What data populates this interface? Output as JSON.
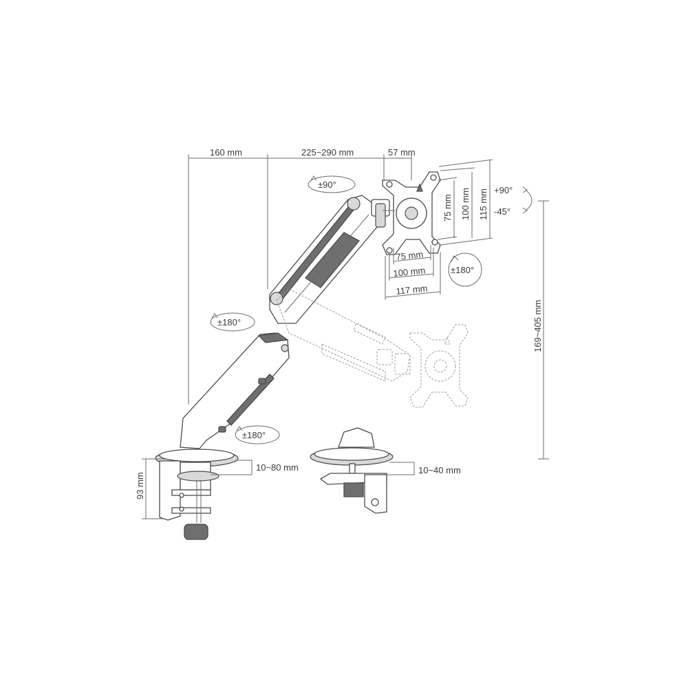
{
  "dimensions": {
    "arm_base": "160 mm",
    "arm_reach": "225~290 mm",
    "head_depth": "57 mm",
    "vesa_75": "75 mm",
    "vesa_100": "100 mm",
    "plate_width": "117 mm",
    "vesa_75_v": "75 mm",
    "vesa_100_v": "100 mm",
    "plate_height": "115 mm",
    "height_range": "169~405 mm",
    "clamp_thickness": "10~80 mm",
    "grommet_thickness": "10~40 mm",
    "clamp_height": "93 mm"
  },
  "rotations": {
    "head_swivel": "±90°",
    "plate_rotate": "±180°",
    "mid_swivel": "±180°",
    "base_swivel": "±180°",
    "tilt_up": "+90°",
    "tilt_down": "-45°"
  },
  "colors": {
    "line": "#6a6a6a",
    "text": "#3a3a3a",
    "dark_fill": "#6f6f6f"
  }
}
